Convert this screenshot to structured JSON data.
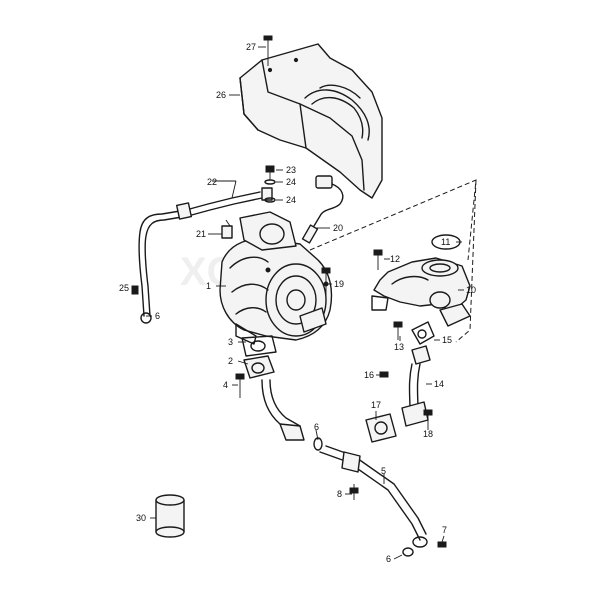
{
  "callouts": {
    "c1": "1",
    "c2": "2",
    "c3": "3",
    "c4": "4",
    "c5": "5",
    "c6a": "6",
    "c6b": "6",
    "c6c": "6",
    "c7": "7",
    "c8": "8",
    "c10": "10",
    "c11": "11",
    "c12": "12",
    "c13": "13",
    "c14": "14",
    "c15": "15",
    "c16": "16",
    "c17": "17",
    "c18": "18",
    "c19": "19",
    "c20": "20",
    "c21": "21",
    "c22": "22",
    "c23": "23",
    "c24a": "24",
    "c24b": "24",
    "c25": "25",
    "c26": "26",
    "c27": "27",
    "c30": "30"
  }
}
